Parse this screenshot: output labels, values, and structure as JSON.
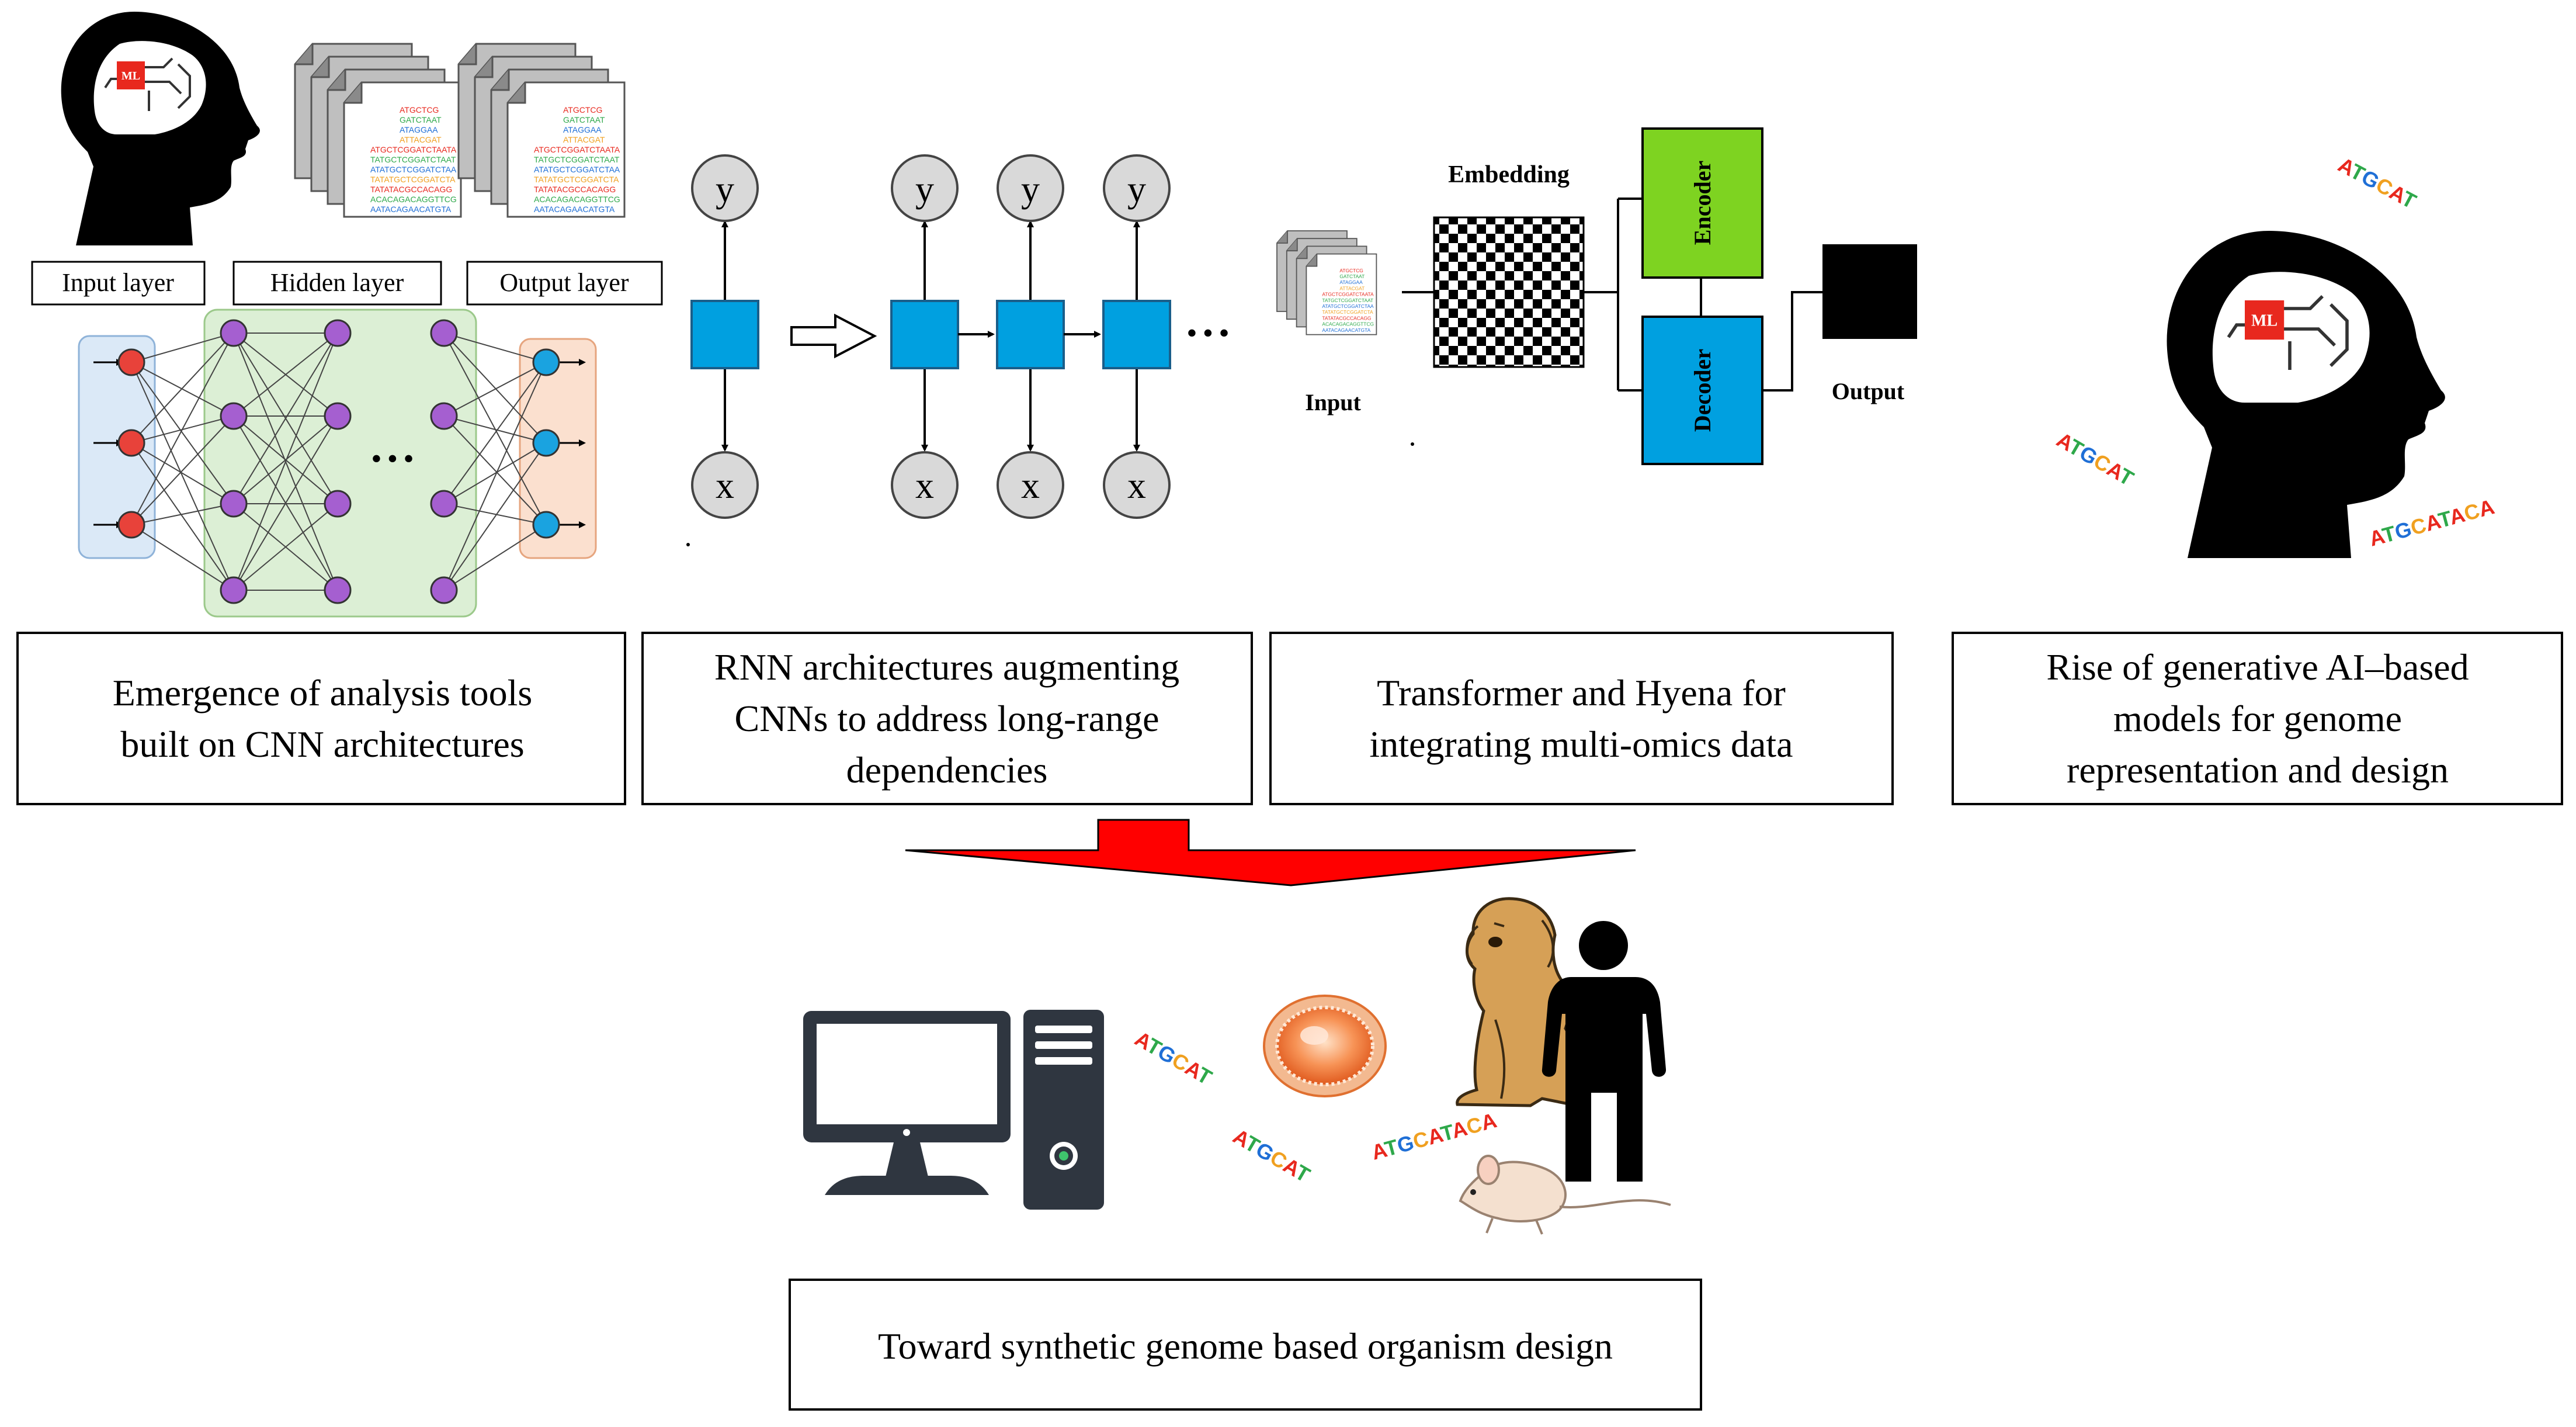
{
  "cnn": {
    "layer_labels": [
      "Input layer",
      "Hidden layer",
      "Output layer"
    ],
    "ellipsis": "• • •",
    "chip_label": "ML"
  },
  "rnn": {
    "y_label": "y",
    "x_label": "x",
    "ellipsis": "• • •"
  },
  "transformer": {
    "embedding_label": "Embedding",
    "encoder_label": "Encoder",
    "decoder_label": "Decoder",
    "input_label": "Input",
    "output_label": "Output"
  },
  "generative": {
    "chip_label": "ML",
    "dna_sequences": [
      "ATGCAT",
      "ATGCAT",
      "ATGCATACA"
    ]
  },
  "sequence_sheet_lines": [
    "ATGCTCG",
    "GATCTAAT",
    "ATAGGAA",
    "ATTACGAT",
    "ATGCTCGGATCTAATA",
    "TATGCTCGGATCTAAT",
    "ATATGCTCGGATCTAA",
    "TATATGCTCGGATCTA",
    "TATATACGCCACAGG",
    "ACACAGACAGGTTCG",
    "AATACAGAACATGTA"
  ],
  "captions": {
    "cnn": [
      "Emergence of analysis tools",
      "built on CNN architectures"
    ],
    "rnn": [
      "RNN architectures augmenting",
      "CNNs to address long-range",
      "dependencies"
    ],
    "transformer": [
      "Transformer and Hyena for",
      "integrating multi-omics data"
    ],
    "generative": [
      "Rise of generative AI–based",
      "models for genome",
      "representation and design"
    ]
  },
  "bottom": {
    "dna_sequences": [
      "ATGCAT",
      "ATGCAT",
      "ATGCATACA"
    ],
    "caption": "Toward synthetic genome based organism design"
  },
  "colors": {
    "rnn_cell": "#00a0e0",
    "encoder": "#7ed321",
    "decoder": "#00a0e0",
    "input_node": "#e8423a",
    "hidden_node": "#a55fd0",
    "output_node": "#1aa3e0",
    "arrow_red": "#ff0000",
    "chip_red": "#e8281e",
    "base_A": "#e8281e",
    "base_T": "#2ea84a",
    "base_G": "#1f6fd6",
    "base_C": "#f0a020"
  }
}
